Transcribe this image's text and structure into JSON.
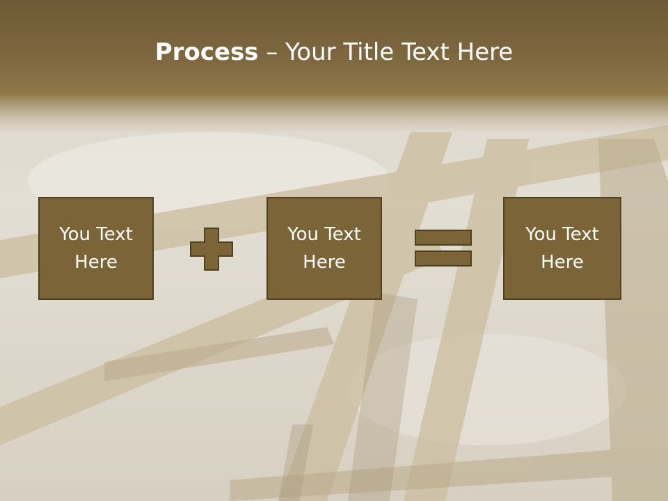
{
  "slide": {
    "title_bold": "Process",
    "title_rest": " – Your Title Text Here",
    "boxes": [
      {
        "text": "You Text Here"
      },
      {
        "text": "You Text Here"
      },
      {
        "text": "You Text Here"
      }
    ],
    "operators": [
      "plus-icon",
      "equals-icon"
    ]
  },
  "colors": {
    "title_band": "#6e5a36",
    "box_fill": "#7a6438",
    "box_border": "#4f4020",
    "text": "#ffffff"
  }
}
